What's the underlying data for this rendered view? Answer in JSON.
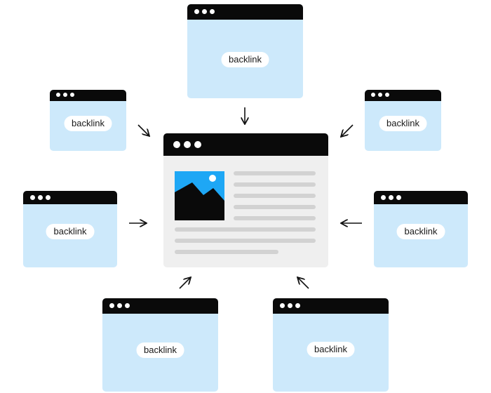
{
  "colors": {
    "window_fill": "#cde9fb",
    "window_bar": "#0a0a0a",
    "center_fill": "#efefef",
    "text_line": "#d2d2d2",
    "image_sky": "#1ea7f5",
    "image_mountains": "#0a0a0a",
    "arrow": "#111111"
  },
  "center_page": {
    "image_icon": "landscape-image-icon",
    "text_lines_count": 8
  },
  "backlinks": [
    {
      "label": "backlink"
    },
    {
      "label": "backlink"
    },
    {
      "label": "backlink"
    },
    {
      "label": "backlink"
    },
    {
      "label": "backlink"
    },
    {
      "label": "backlink"
    },
    {
      "label": "backlink"
    }
  ]
}
